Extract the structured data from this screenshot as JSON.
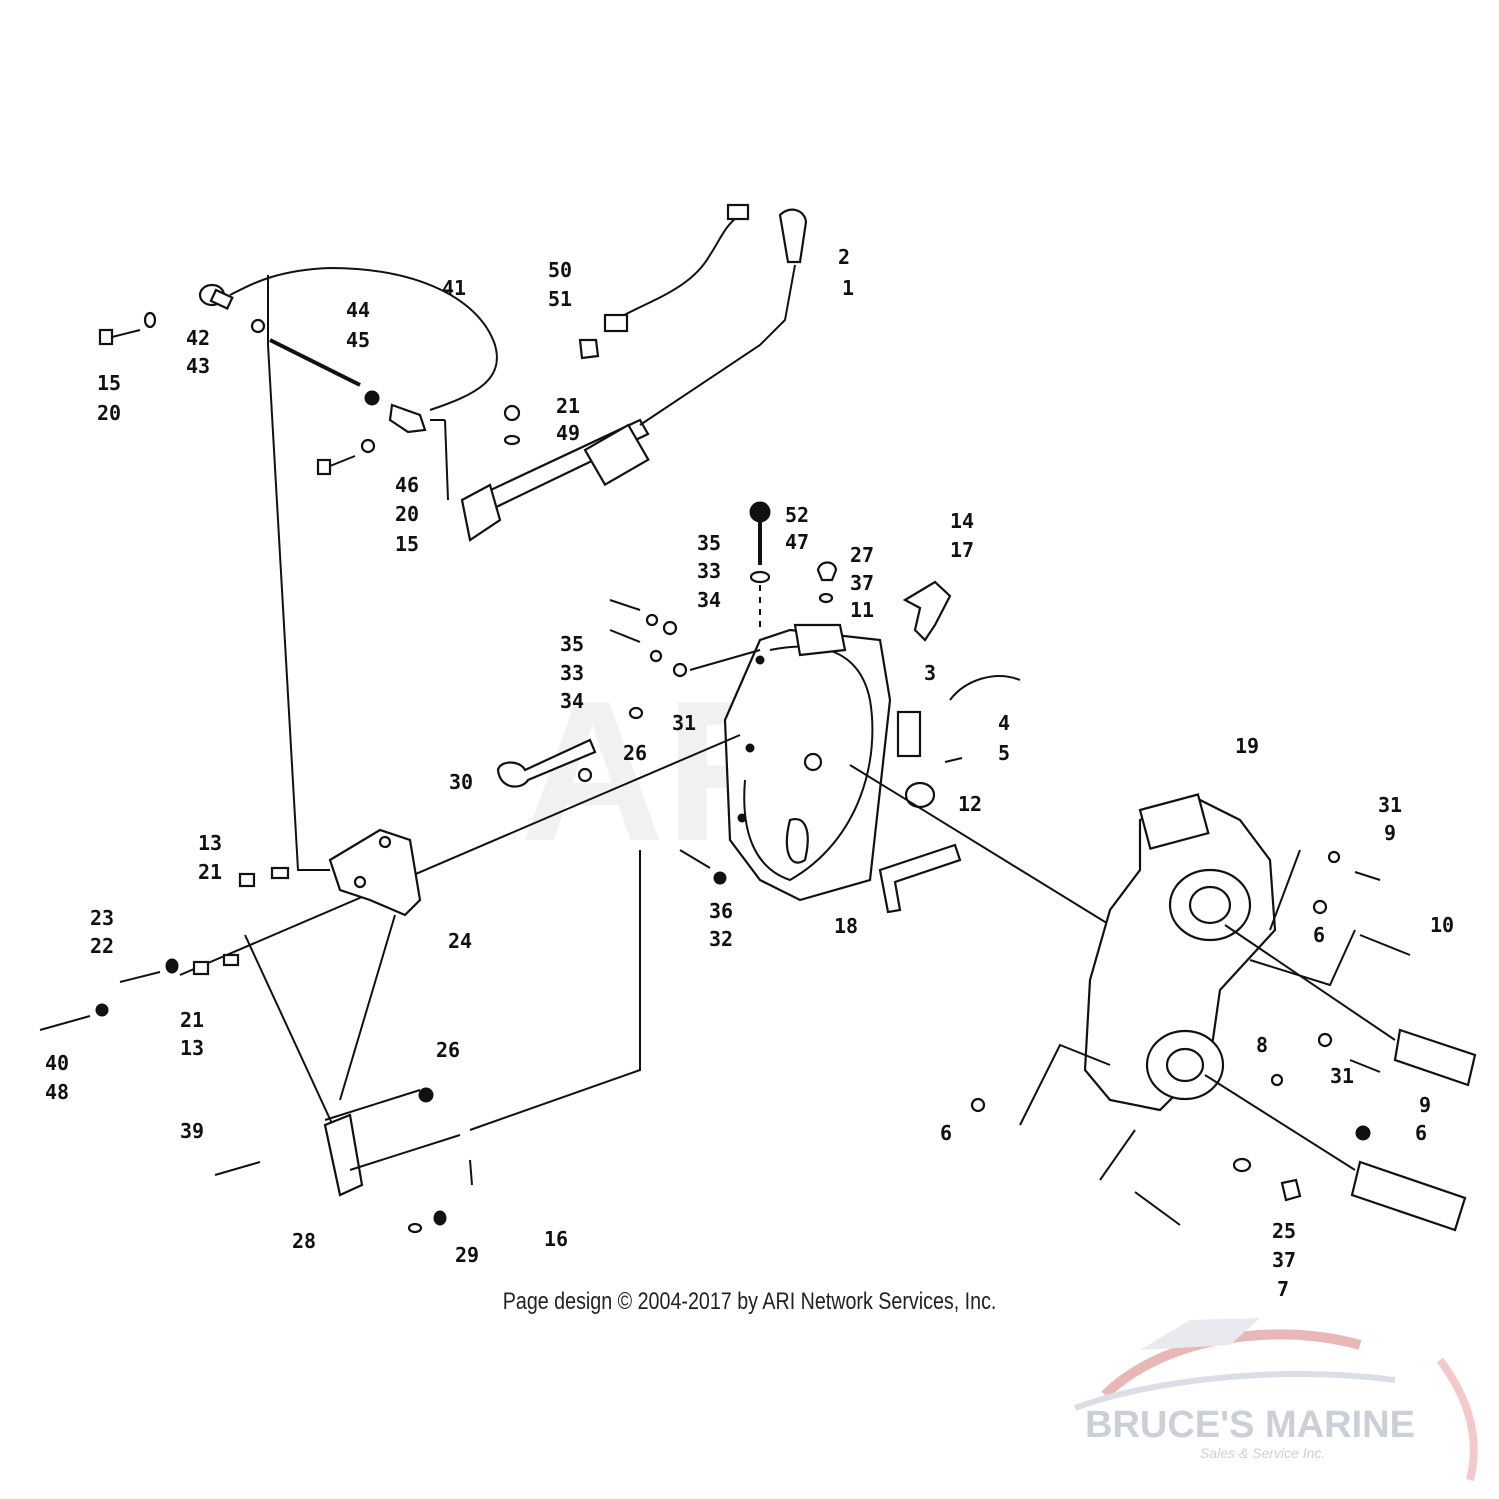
{
  "footer": {
    "copyright": "Page design © 2004-2017 by ARI Network Services, Inc."
  },
  "watermark": {
    "brand": "BRUCE'S MARINE",
    "tagline": "Sales & Service Inc.",
    "background_mark": "ARI",
    "colors": {
      "brand": "#c6cad4",
      "accent": "#e8b0b0"
    }
  },
  "callouts": [
    {
      "id": "c1",
      "text": "2"
    },
    {
      "id": "c2",
      "text": "1"
    },
    {
      "id": "c3",
      "text": "50"
    },
    {
      "id": "c4",
      "text": "51"
    },
    {
      "id": "c5",
      "text": "41"
    },
    {
      "id": "c6",
      "text": "44"
    },
    {
      "id": "c7",
      "text": "45"
    },
    {
      "id": "c8",
      "text": "42"
    },
    {
      "id": "c9",
      "text": "43"
    },
    {
      "id": "c10",
      "text": "15"
    },
    {
      "id": "c11",
      "text": "20"
    },
    {
      "id": "c12",
      "text": "21"
    },
    {
      "id": "c13",
      "text": "49"
    },
    {
      "id": "c14",
      "text": "46"
    },
    {
      "id": "c15",
      "text": "20"
    },
    {
      "id": "c16",
      "text": "15"
    },
    {
      "id": "c17",
      "text": "52"
    },
    {
      "id": "c18",
      "text": "47"
    },
    {
      "id": "c19",
      "text": "14"
    },
    {
      "id": "c20",
      "text": "17"
    },
    {
      "id": "c21",
      "text": "27"
    },
    {
      "id": "c22",
      "text": "37"
    },
    {
      "id": "c23",
      "text": "11"
    },
    {
      "id": "c24",
      "text": "35"
    },
    {
      "id": "c25",
      "text": "33"
    },
    {
      "id": "c26",
      "text": "34"
    },
    {
      "id": "c27",
      "text": "35"
    },
    {
      "id": "c28",
      "text": "33"
    },
    {
      "id": "c29",
      "text": "34"
    },
    {
      "id": "c30",
      "text": "31"
    },
    {
      "id": "c31",
      "text": "3"
    },
    {
      "id": "c32",
      "text": "4"
    },
    {
      "id": "c33",
      "text": "5"
    },
    {
      "id": "c34",
      "text": "12"
    },
    {
      "id": "c35",
      "text": "26"
    },
    {
      "id": "c36",
      "text": "30"
    },
    {
      "id": "c37",
      "text": "19"
    },
    {
      "id": "c38",
      "text": "13"
    },
    {
      "id": "c39",
      "text": "21"
    },
    {
      "id": "c40",
      "text": "24"
    },
    {
      "id": "c41",
      "text": "36"
    },
    {
      "id": "c42",
      "text": "32"
    },
    {
      "id": "c43",
      "text": "18"
    },
    {
      "id": "c44",
      "text": "31"
    },
    {
      "id": "c45",
      "text": "9"
    },
    {
      "id": "c46",
      "text": "6"
    },
    {
      "id": "c47",
      "text": "10"
    },
    {
      "id": "c48",
      "text": "23"
    },
    {
      "id": "c49",
      "text": "22"
    },
    {
      "id": "c50",
      "text": "21"
    },
    {
      "id": "c51",
      "text": "13"
    },
    {
      "id": "c52",
      "text": "40"
    },
    {
      "id": "c53",
      "text": "48"
    },
    {
      "id": "c54",
      "text": "26"
    },
    {
      "id": "c55",
      "text": "8"
    },
    {
      "id": "c56",
      "text": "31"
    },
    {
      "id": "c57",
      "text": "9"
    },
    {
      "id": "c58",
      "text": "6"
    },
    {
      "id": "c59",
      "text": "6"
    },
    {
      "id": "c60",
      "text": "39"
    },
    {
      "id": "c61",
      "text": "28"
    },
    {
      "id": "c62",
      "text": "29"
    },
    {
      "id": "c63",
      "text": "16"
    },
    {
      "id": "c64",
      "text": "25"
    },
    {
      "id": "c65",
      "text": "37"
    },
    {
      "id": "c66",
      "text": "7"
    }
  ]
}
